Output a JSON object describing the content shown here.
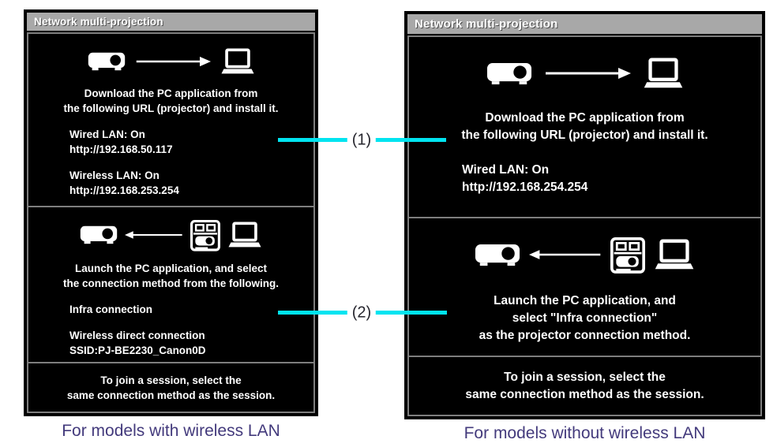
{
  "annotations": {
    "label_1": "(1)",
    "label_2": "(2)",
    "caption_left": "For models with wireless LAN",
    "caption_right": "For models without wireless LAN"
  },
  "colors": {
    "connector_cyan": "#00e4f0",
    "header_gray": "#a8a8a8",
    "caption_purple": "#433a7c",
    "osd_background": "#000000",
    "osd_text": "#ffffff"
  },
  "left": {
    "title": "Network multi-projection",
    "download": {
      "line1": "Download the PC application from",
      "line2": "the following URL (projector) and install it."
    },
    "wired": {
      "label": "Wired LAN: On",
      "url": "http://192.168.50.117"
    },
    "wireless": {
      "label": "Wireless LAN: On",
      "url": "http://192.168.253.254"
    },
    "launch": {
      "line1": "Launch the PC application, and select",
      "line2": "the connection method from the following."
    },
    "infra": "Infra connection",
    "direct": {
      "label": "Wireless direct connection",
      "ssid": "SSID:PJ-BE2230_Canon0D"
    },
    "join": {
      "line1": "To join a session, select the",
      "line2": "same connection method as the session."
    }
  },
  "right": {
    "title": "Network multi-projection",
    "download": {
      "line1": "Download the PC application from",
      "line2": "the following URL (projector) and install it."
    },
    "wired": {
      "label": "Wired LAN: On",
      "url": "http://192.168.254.254"
    },
    "launch": {
      "line1": "Launch the PC application, and",
      "line2": "select \"Infra connection\"",
      "line3": "as the projector connection method."
    },
    "join": {
      "line1": "To join a session, select the",
      "line2": "same connection method as the session."
    }
  }
}
